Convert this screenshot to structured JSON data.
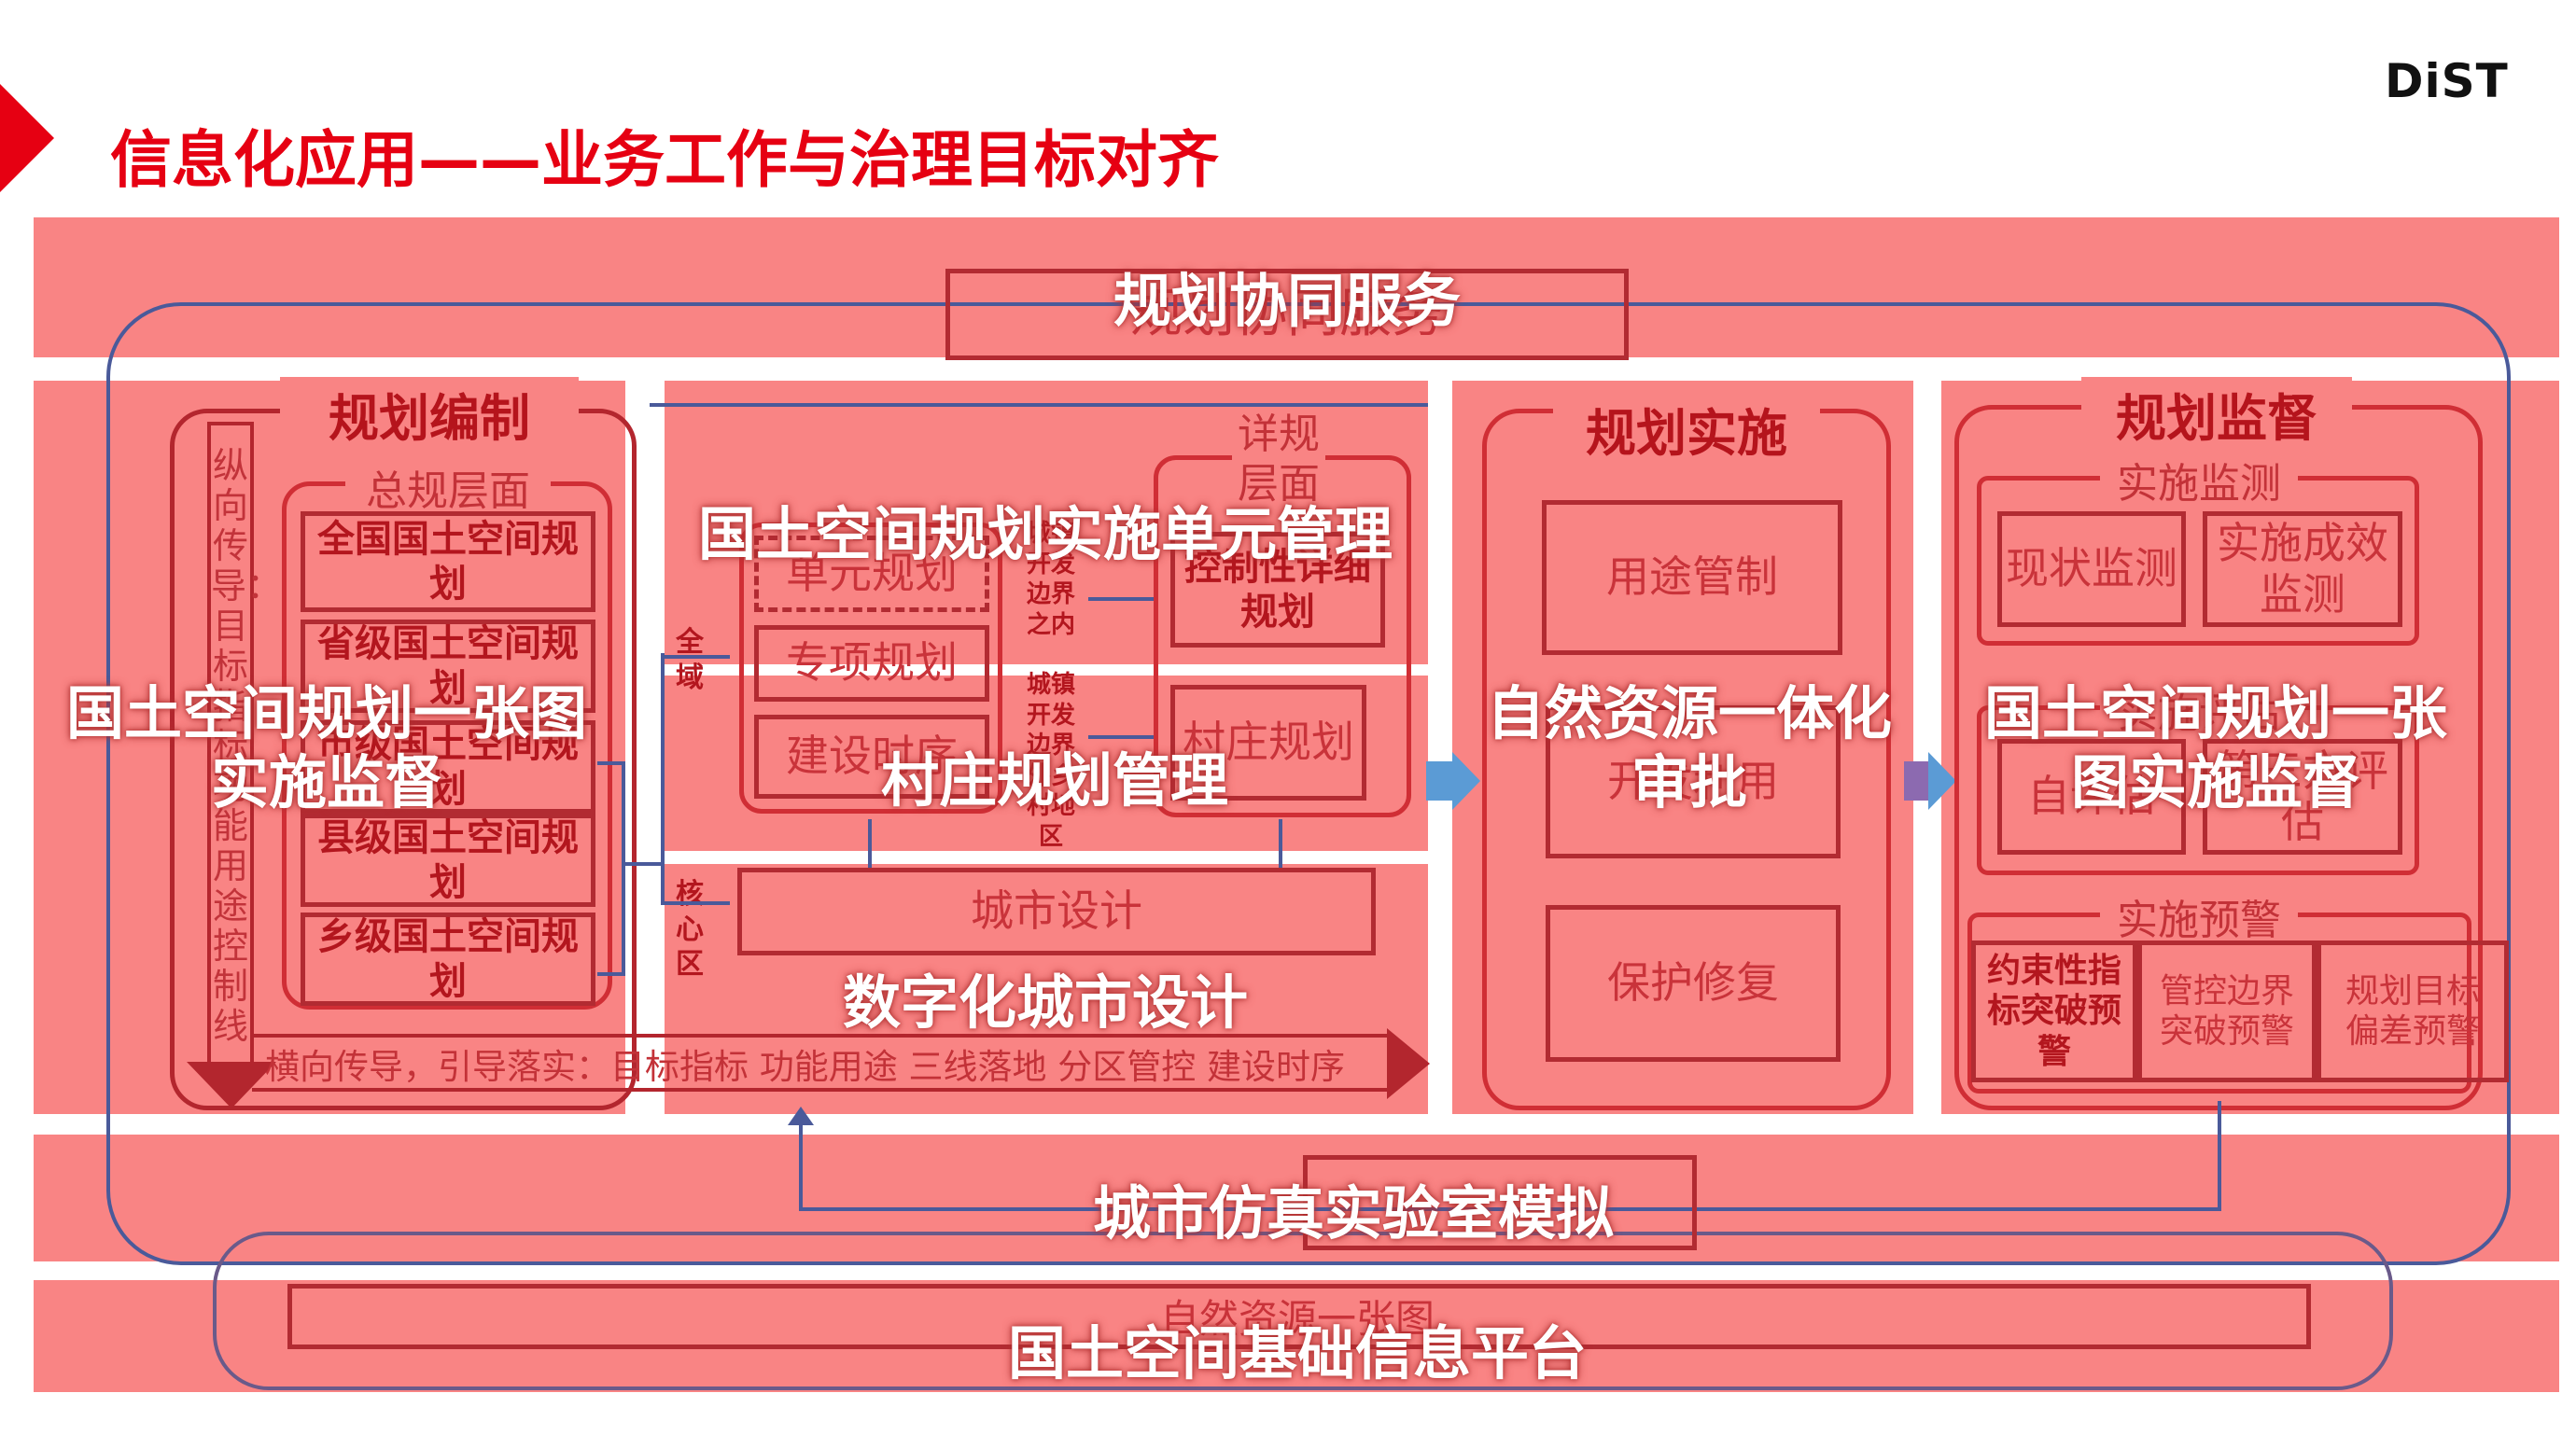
{
  "header": {
    "title": "信息化应用——业务工作与治理目标对齐",
    "logo_text": "DiST",
    "accent_color": "#e60012"
  },
  "bands": {
    "top": {
      "box_label": "规划协同服务",
      "overlay": "规划协同服务"
    },
    "sim": {
      "overlay": "城市仿真实验室模拟"
    },
    "platform": {
      "inner_label": "自然资源一张图",
      "overlay": "国土空间基础信息平台"
    }
  },
  "planning": {
    "title": "规划编制",
    "zonggui_title": "总规层面",
    "levels": [
      "全国国土空间规划",
      "省级国土空间规划",
      "市级国土空间规划",
      "县级国土空间规划",
      "乡级国土空间规划"
    ],
    "vertical_text": "纵向传导：目标指标功能用途控制线",
    "horizontal_text": "横向传导，引导落实：目标指标 功能用途 三线落地 分区管控 建设时序",
    "overlay": "国土空间规划一张图实施监督"
  },
  "unit": {
    "overlay_top": "国土空间规划实施单元管理",
    "overlay_mid": "村庄规划管理",
    "overlay_bottom": "数字化城市设计",
    "quanyu": "全域",
    "hexinqu": "核心区",
    "items": [
      "单元规划",
      "专项规划",
      "建设时序"
    ],
    "label_inside": "城镇开发边界之内",
    "label_outside": "城镇开发边界外乡村地区",
    "xianggui_title": "详规层面",
    "xianggui_items": [
      "控制性详细规划",
      "村庄规划"
    ],
    "city_design": "城市设计"
  },
  "implementation": {
    "title": "规划实施",
    "items": [
      "用途管制",
      "开发利用",
      "保护修复"
    ],
    "overlay": "自然资源一体化审批"
  },
  "supervision": {
    "title": "规划监督",
    "monitor_title": "实施监测",
    "monitor_items": [
      "现状监测",
      "实施成效监测"
    ],
    "eval_title": "实施评估",
    "eval_items": [
      "自评估",
      "第三方评估"
    ],
    "warn_title": "实施预警",
    "warn_items": [
      "约束性指标突破预警",
      "管控边界突破预警",
      "规划目标偏差预警"
    ],
    "overlay": "国土空间规划一张图实施监督"
  }
}
